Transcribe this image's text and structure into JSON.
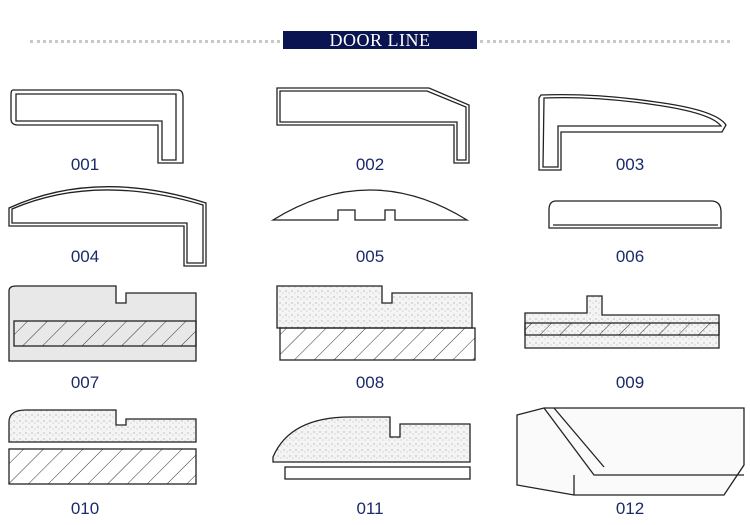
{
  "header": {
    "title": "DOOR LINE"
  },
  "items": [
    {
      "code": "001"
    },
    {
      "code": "002"
    },
    {
      "code": "003"
    },
    {
      "code": "004"
    },
    {
      "code": "005"
    },
    {
      "code": "006"
    },
    {
      "code": "007"
    },
    {
      "code": "008"
    },
    {
      "code": "009"
    },
    {
      "code": "010"
    },
    {
      "code": "011"
    },
    {
      "code": "012"
    }
  ],
  "colors": {
    "banner": "#0a1450",
    "label": "#1c2a6a"
  }
}
